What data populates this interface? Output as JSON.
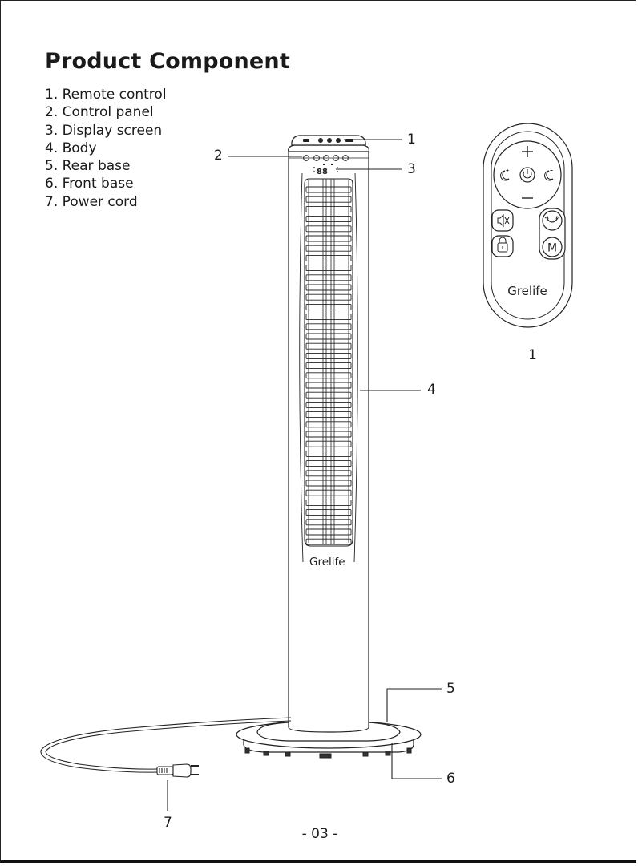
{
  "page": {
    "title": "Product Component",
    "components": [
      "1. Remote control",
      "2. Control panel",
      "3. Display screen",
      "4. Body",
      "5. Rear base",
      "6. Front base",
      "7. Power cord"
    ],
    "callouts": {
      "remote_top": "1",
      "control_panel": "2",
      "display": "3",
      "body": "4",
      "rear_base": "5",
      "front_base": "6",
      "power_cord": "7",
      "remote_caption": "1"
    },
    "brand": "Grelife",
    "display_digits": "88",
    "remote_mode_key": "M",
    "page_number": "- 03 -"
  }
}
